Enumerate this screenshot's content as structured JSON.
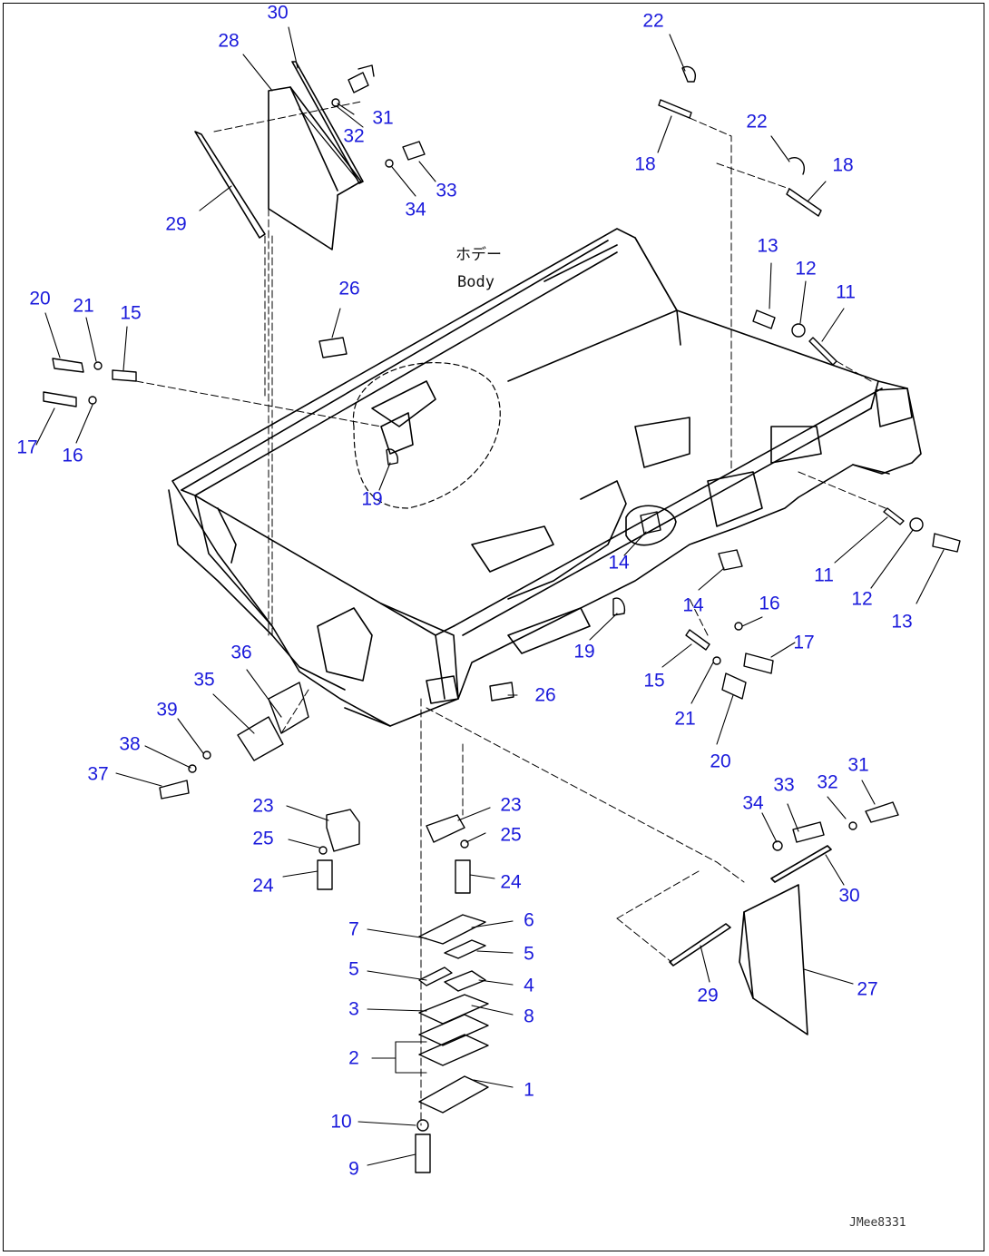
{
  "figure": {
    "body_label_jp": "ホデー",
    "body_label_en": "Body",
    "drawing_code": "JMee8331"
  },
  "callouts": [
    "1",
    "2",
    "3",
    "4",
    "5",
    "5",
    "6",
    "7",
    "8",
    "9",
    "10",
    "11",
    "11",
    "12",
    "12",
    "13",
    "13",
    "14",
    "14",
    "15",
    "15",
    "16",
    "16",
    "17",
    "17",
    "18",
    "18",
    "19",
    "19",
    "20",
    "20",
    "21",
    "21",
    "22",
    "22",
    "23",
    "23",
    "24",
    "24",
    "25",
    "25",
    "26",
    "26",
    "27",
    "28",
    "29",
    "29",
    "30",
    "30",
    "31",
    "31",
    "32",
    "32",
    "33",
    "33",
    "34",
    "34",
    "35",
    "36",
    "37",
    "38",
    "39"
  ],
  "colors": {
    "callout": "#1a1adb",
    "line": "#000000",
    "background": "#ffffff"
  }
}
